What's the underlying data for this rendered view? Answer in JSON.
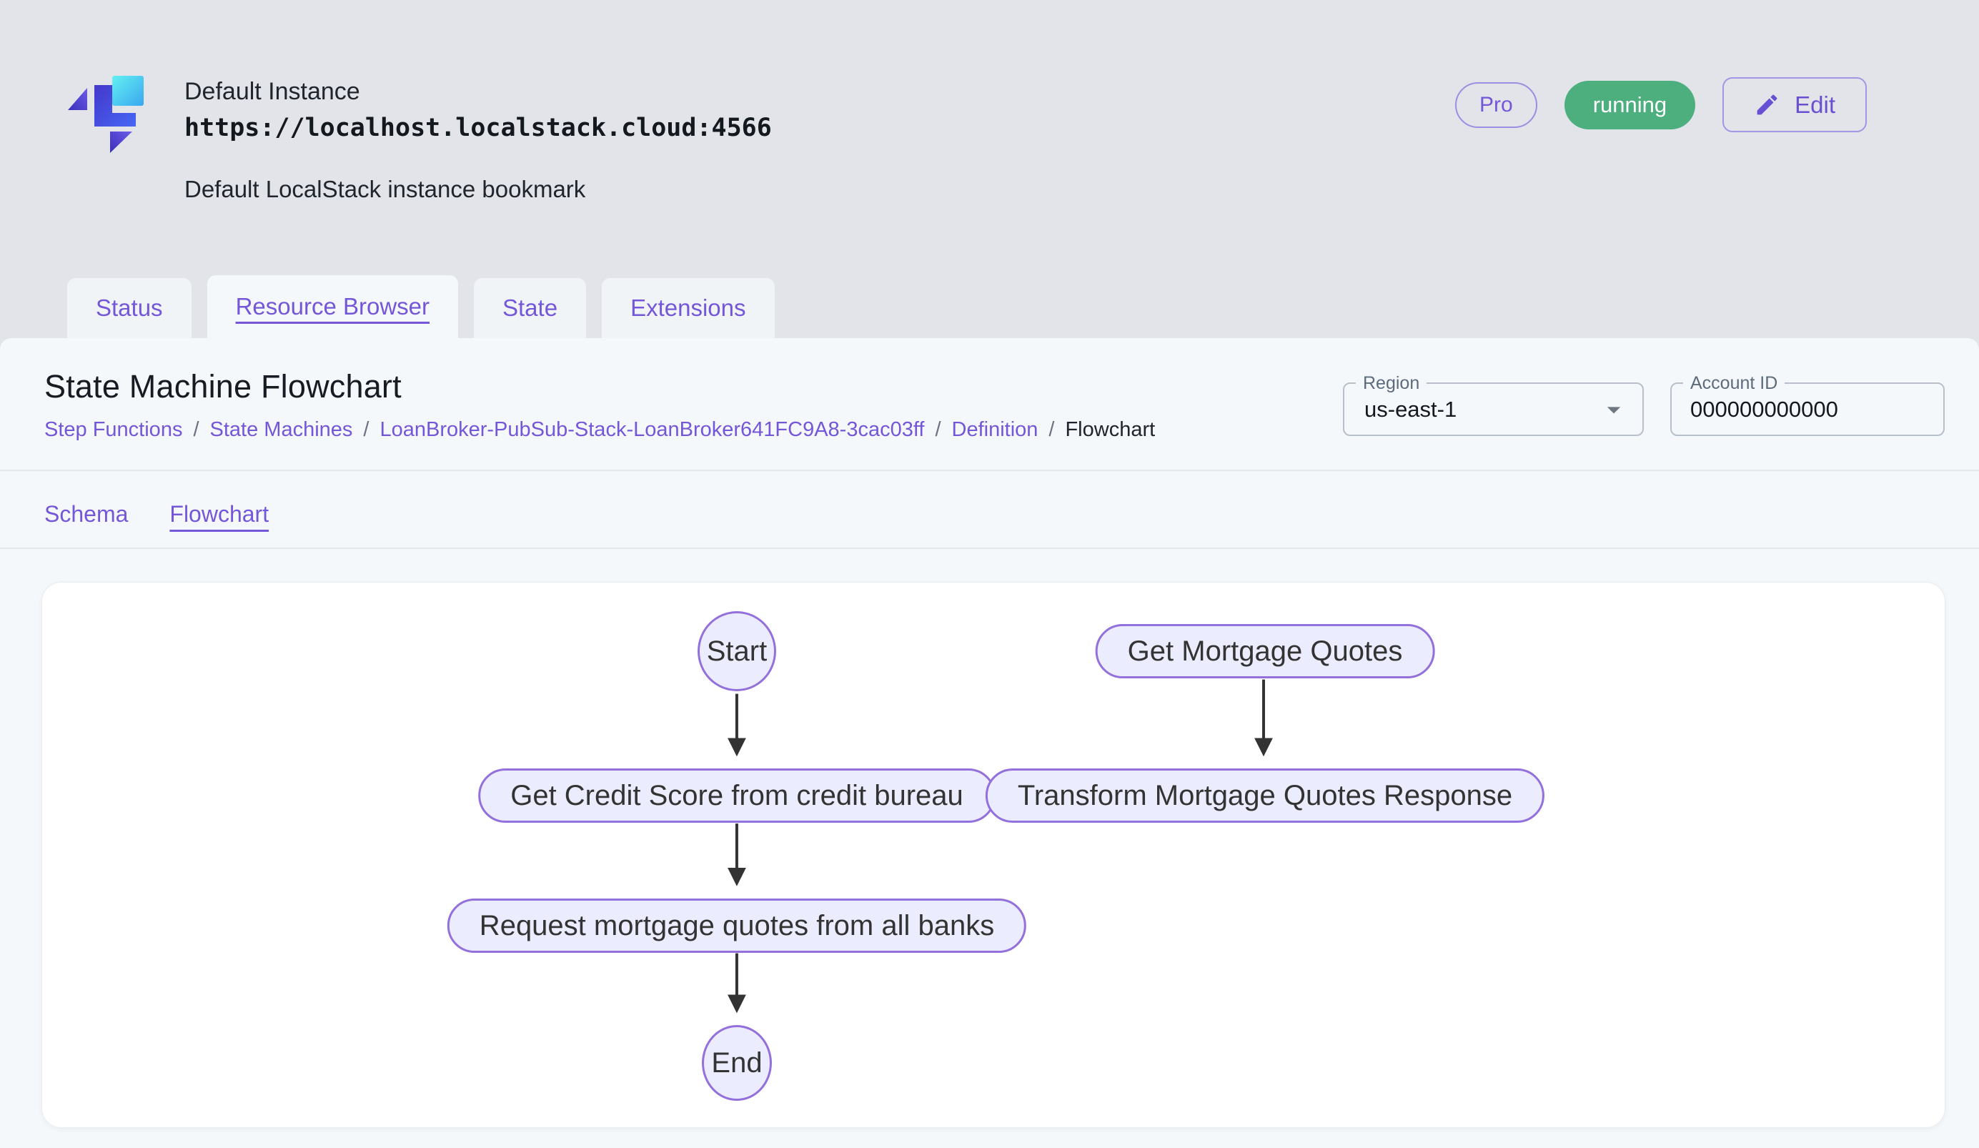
{
  "header": {
    "instance_name": "Default Instance",
    "instance_url": "https://localhost.localstack.cloud:4566",
    "instance_description": "Default LocalStack instance bookmark",
    "pro_badge": "Pro",
    "status_badge": "running",
    "edit_label": "Edit"
  },
  "tabs": [
    {
      "label": "Status",
      "active": false
    },
    {
      "label": "Resource Browser",
      "active": true
    },
    {
      "label": "State",
      "active": false
    },
    {
      "label": "Extensions",
      "active": false
    }
  ],
  "page": {
    "title": "State Machine Flowchart",
    "breadcrumb": [
      {
        "label": "Step Functions",
        "link": true
      },
      {
        "label": "State Machines",
        "link": true
      },
      {
        "label": "LoanBroker-PubSub-Stack-LoanBroker641FC9A8-3cac03ff",
        "link": true
      },
      {
        "label": "Definition",
        "link": true
      },
      {
        "label": "Flowchart",
        "link": false
      }
    ],
    "breadcrumb_separator": "/",
    "region": {
      "label": "Region",
      "value": "us-east-1"
    },
    "account": {
      "label": "Account ID",
      "value": "000000000000"
    }
  },
  "subtabs": [
    {
      "label": "Schema",
      "active": false
    },
    {
      "label": "Flowchart",
      "active": true
    }
  ],
  "flowchart": {
    "nodes": [
      {
        "id": "start",
        "label": "Start",
        "shape": "ellipse"
      },
      {
        "id": "get-mortgage-quotes",
        "label": "Get Mortgage Quotes",
        "shape": "stadium"
      },
      {
        "id": "get-credit-score",
        "label": "Get Credit Score from credit bureau",
        "shape": "stadium"
      },
      {
        "id": "transform-response",
        "label": "Transform Mortgage Quotes Response",
        "shape": "stadium"
      },
      {
        "id": "request-quotes",
        "label": "Request mortgage quotes from all banks",
        "shape": "stadium"
      },
      {
        "id": "end",
        "label": "End",
        "shape": "ellipse"
      }
    ],
    "edges": [
      {
        "from": "start",
        "to": "get-credit-score"
      },
      {
        "from": "get-credit-score",
        "to": "request-quotes"
      },
      {
        "from": "request-quotes",
        "to": "end"
      },
      {
        "from": "get-mortgage-quotes",
        "to": "transform-response"
      }
    ]
  },
  "colors": {
    "accent_purple": "#7457d9",
    "status_green": "#4CAF7D",
    "node_fill": "#ECECFF",
    "node_border": "#9370DB",
    "arrow": "#333333"
  }
}
